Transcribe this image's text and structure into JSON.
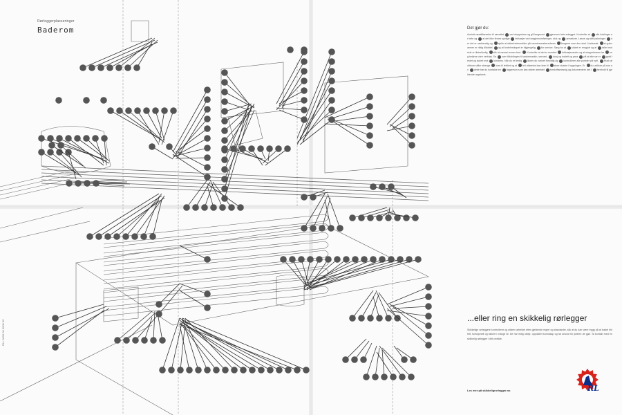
{
  "header": {
    "subtitle": "Rørleggerplasseringer",
    "title": "Baderom"
  },
  "side_code": "RLL 0000 00 0000 00",
  "right_panel": {
    "intro": "Det gjør du:",
    "body": "Avslutt vanntilførselen til rørnettet ved stoppekran og gå langsomt gjennom hele anlegget. Kontroller at alle koblinger er tette og at det ikke finnes synlige lekkasjer ved rørgjennomføringer, sluk og armaturer. Løsne og skift pakninger der det er nødvendig og sjekk at sikkerhetsventilen på varmtvannsberederen fungerer som den skal. Undersøk at gulvvarmen er riktig tilkoblet og at fordelerskapet er tilgjengelig for service. Sørg for at sluket er rengjort og at fallet mot sluk er tilstrekkelig slik at vannet renner bort. Kontroller at det er montert lekkasjevarsler og at stoppekranen lar seg betjene uten verktøy. Se over tilkoblingen til vaskemaskin, servant, dusj og toalett og pass på at alle rør er godt festet og isolert mot kondens. Når du er ferdig åpner du vannet forsiktig og kontrollerer alle punkter på nytt. Husk at våtrom stiller strenge krav til tetthet og at feil utførelse kan føre til store skader i bygningen. Er du usikker på noe av dette bør du kontakte en fagperson som kan utføre arbeidet forskriftsmessig og dokumentere det i henhold til gjeldende regelverk.",
    "headline": "...eller ring en skikkelig rørlegger",
    "closing": "Skikkelige rørleggere kontrollerer og utfører arbeidet etter gjeldende regler og standarder, slik at du kan være trygg på at badet blir tett, funksjonelt og sikkert i mange år. De har riktig utstyr, oppdatert kunnskap og tar ansvar for jobben de gjør. Ta kontakt med en skikkelig rørlegger i ditt område.",
    "web": "Les mer på skikkeligrorlegger.no"
  },
  "logo": {
    "text": "RL",
    "gear_color": "#d8231c",
    "text_color": "#0d2f8a",
    "icon": "gear-logo-icon"
  },
  "diagram": {
    "callout_count": 232,
    "callout_fill": "#555555",
    "line_color": "#333333"
  }
}
